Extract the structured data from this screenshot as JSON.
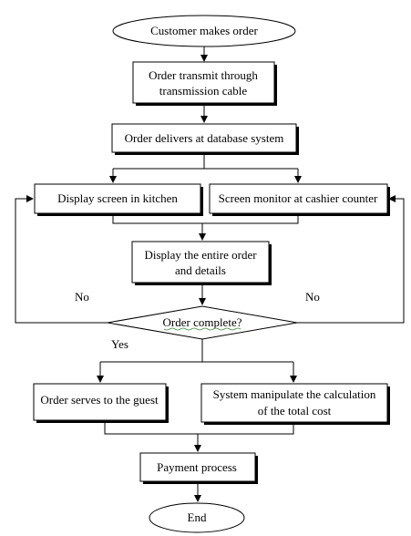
{
  "flowchart": {
    "start": "Customer makes order",
    "transmit": [
      "Order transmit through",
      "transmission cable"
    ],
    "delivers": "Order delivers at database system",
    "kitchen": "Display screen in kitchen",
    "cashier": "Screen monitor at cashier counter",
    "display_order": [
      "Display the entire order",
      "and details"
    ],
    "decision": "Order complete?",
    "no_left": "No",
    "no_right": "No",
    "yes": "Yes",
    "serves": "Order serves to the guest",
    "calculation": [
      "System manipulate the calculation",
      "of the total cost"
    ],
    "payment": "Payment process",
    "end": "End"
  }
}
